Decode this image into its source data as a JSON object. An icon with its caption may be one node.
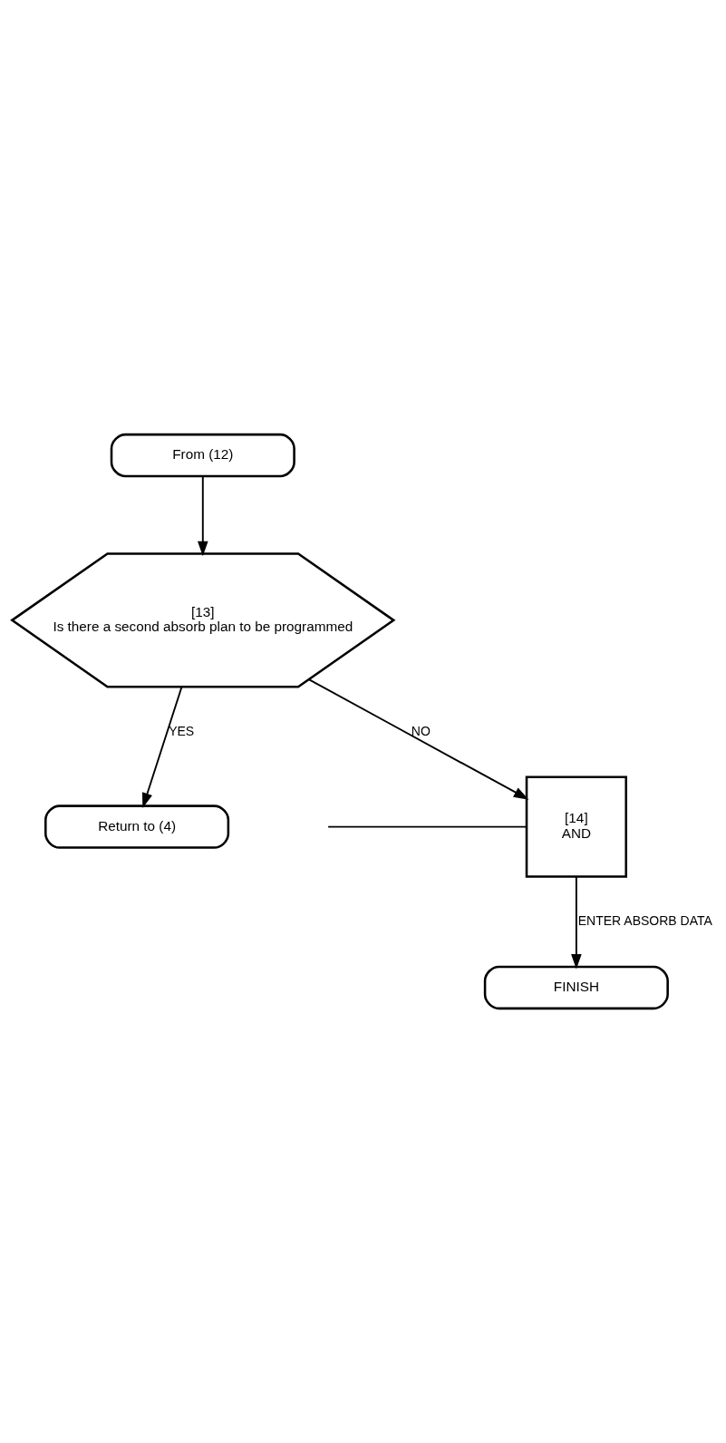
{
  "diagram": {
    "nodes": [
      {
        "text": [
          "From (12)"
        ]
      },
      {
        "text": [
          "[13]",
          "Is there a second absorb plan to be programmed"
        ]
      },
      {
        "text": [
          "Return to (4)"
        ]
      },
      {
        "text": [
          "[14]",
          "AND"
        ]
      },
      {
        "text": [
          "FINISH"
        ]
      }
    ],
    "edges": [
      {
        "from": 0,
        "to": 1,
        "arrow": "to"
      },
      {
        "from": 1,
        "to": 2,
        "arrow": "to",
        "label": "YES"
      },
      {
        "from": 1,
        "to": 3,
        "arrow": "to",
        "label": "NO"
      },
      {
        "from": null,
        "to": 3,
        "arrow": "none"
      },
      {
        "from": 3,
        "to": 4,
        "arrow": "to",
        "label": "ENTER ABSORB DATA"
      }
    ]
  }
}
